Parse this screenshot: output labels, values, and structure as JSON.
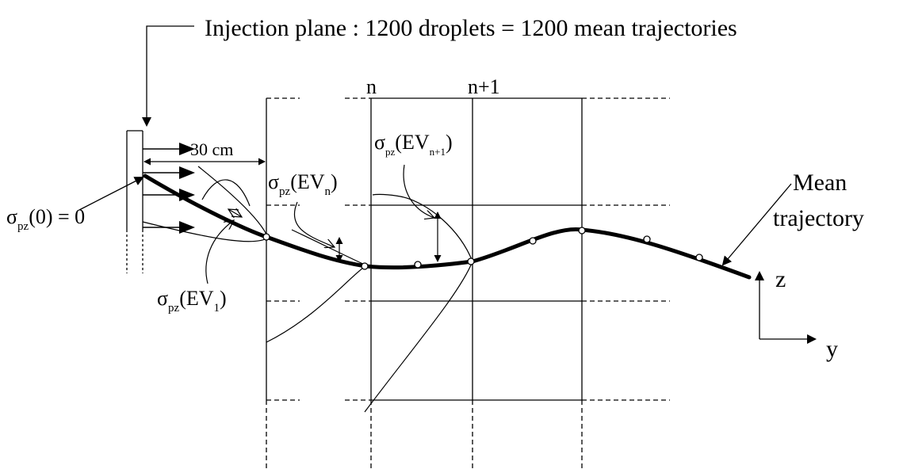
{
  "title": {
    "injection_plane_label": "Injection plane : 1200  droplets = 1200 mean trajectories"
  },
  "labels": {
    "distance": "30 cm",
    "plane_n": "n",
    "plane_n1": "n+1",
    "sigma_symbol": "σ",
    "sigma_sub": "pz",
    "sigma0_arg": "(0) = 0",
    "ev1_open": "(EV",
    "ev1_sub": "1",
    "ev1_close": ")",
    "evn_open": "(EV",
    "evn_sub": "n",
    "evn_close": ")",
    "evn1_open": "(EV",
    "evn1_sub": "n+1",
    "evn1_close": ")",
    "mean_line1": "Mean",
    "mean_line2": "trajectory",
    "axis_z": "z",
    "axis_y": "y"
  },
  "colors": {
    "ink": "#000000",
    "background": "#ffffff"
  }
}
